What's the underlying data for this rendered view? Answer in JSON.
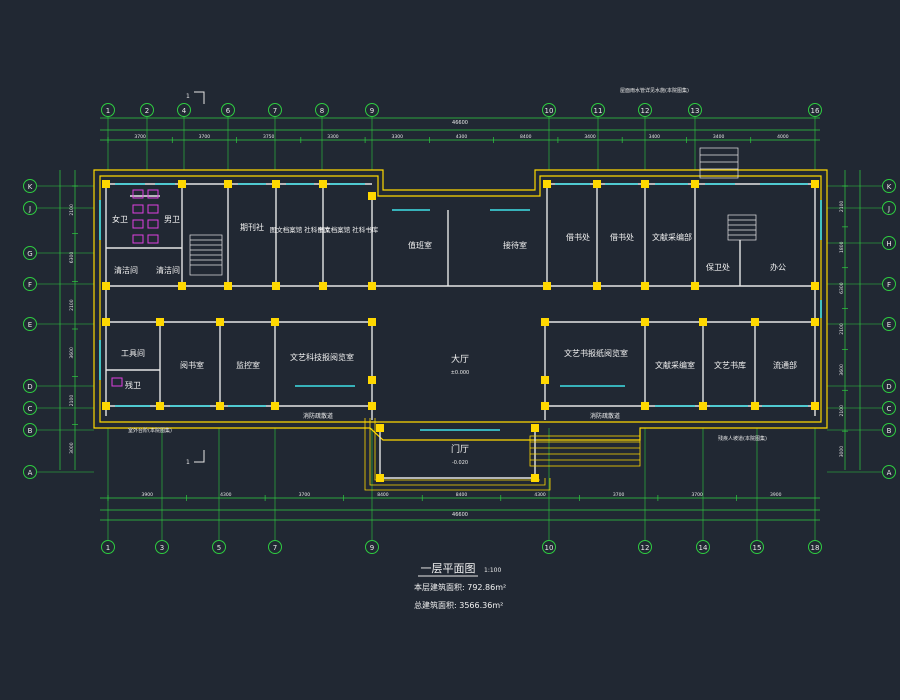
{
  "drawing": {
    "title": "一层平面图",
    "scale": "1:100",
    "floor_area": "本层建筑面积: 792.86m²",
    "total_area": "总建筑面积: 3566.36m²",
    "section_mark": "1"
  },
  "axes": {
    "top": [
      "1",
      "2",
      "4",
      "6",
      "7",
      "8",
      "9",
      "10",
      "11",
      "12",
      "13",
      "16"
    ],
    "bottom": [
      "1",
      "3",
      "5",
      "7",
      "9",
      "10",
      "12",
      "14",
      "15",
      "18"
    ],
    "left": [
      "K",
      "J",
      "G",
      "F",
      "E",
      "D",
      "C",
      "B",
      "A"
    ],
    "right": [
      "K",
      "J",
      "H",
      "F",
      "E",
      "D",
      "C",
      "B",
      "A"
    ]
  },
  "dimensions": {
    "overall": "46600",
    "top_segments": [
      "3700",
      "3700",
      "3750",
      "3300",
      "3300",
      "4300",
      "8400",
      "3400",
      "3400",
      "3400",
      "4000"
    ],
    "bottom_segments": [
      "3900",
      "4300",
      "3700",
      "8400",
      "8400",
      "4300",
      "3700",
      "3700",
      "3900"
    ],
    "left_segments": [
      "2100",
      "6300",
      "2100",
      "3600",
      "2100",
      "3000"
    ],
    "right_segments": [
      "2100",
      "1800",
      "6300",
      "2100",
      "3600",
      "2100",
      "3000"
    ]
  },
  "rooms": {
    "women_wc": "女卫",
    "men_wc": "男卫",
    "cleaning": "清洁间",
    "editorial": "期刊社",
    "archive_1": "图文档案馆 社科书库",
    "archive_2": "图文档案馆 社科书库",
    "monitor_top": "值班室",
    "reception": "接待室",
    "lending_1": "借书处",
    "lending_2": "借书处",
    "reading": "文献采编部",
    "guard": "保卫处",
    "office": "办公",
    "tool_room": "工具间",
    "accessible_wc": "残卫",
    "reading_room": "阅书室",
    "monitor_room": "监控室",
    "art_reading_left": "文艺科技报阅览室",
    "hall": "大厅",
    "art_reading_right": "文艺书报纸阅览室",
    "catalog": "文献采编室",
    "art_store": "文艺书库",
    "circulation": "流通部",
    "entrance_hall": "门厅",
    "fire_corridor_left": "消防疏散道",
    "fire_corridor_right": "消防疏散道"
  },
  "notes": {
    "note_top": "屋面雨水管详见水施(本院图集)",
    "note_mid_left": "室外台阶(本院图集)",
    "note_mid_right": "残疾人坡道(本院图集)",
    "elev_hall": "±0.000",
    "elev_entrance": "-0.020"
  }
}
